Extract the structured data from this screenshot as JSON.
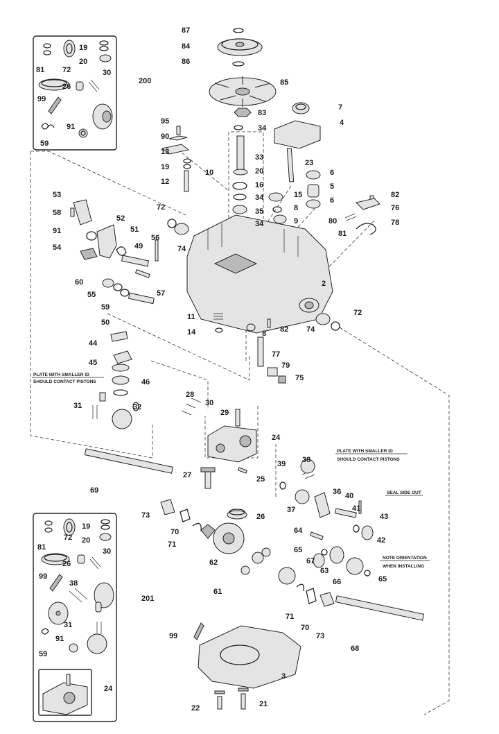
{
  "labels": {
    "kit200": [
      "81",
      "72",
      "19",
      "20",
      "30",
      "26",
      "99",
      "200",
      "91",
      "59"
    ],
    "top": [
      "87",
      "84",
      "86",
      "85",
      "83",
      "34",
      "33",
      "20",
      "16",
      "34",
      "35",
      "34",
      "10",
      "7",
      "4",
      "23",
      "6",
      "5",
      "6",
      "15",
      "8",
      "9",
      "82",
      "76",
      "80",
      "78",
      "81",
      "95",
      "90",
      "13",
      "19",
      "12"
    ],
    "left": [
      "53",
      "58",
      "52",
      "91",
      "51",
      "54",
      "49",
      "56",
      "72",
      "74",
      "60",
      "55",
      "59",
      "57",
      "50",
      "44",
      "45",
      "46",
      "31",
      "32"
    ],
    "center": [
      "2",
      "11",
      "14",
      "8",
      "82",
      "72",
      "74",
      "77",
      "79",
      "75",
      "28",
      "30",
      "29",
      "24",
      "27",
      "25",
      "39",
      "38",
      "36",
      "37",
      "40",
      "41",
      "43",
      "42"
    ],
    "lower": [
      "69",
      "73",
      "70",
      "71",
      "26",
      "62",
      "64",
      "65",
      "67",
      "63",
      "66",
      "65",
      "61",
      "71",
      "70",
      "73",
      "68",
      "99",
      "3",
      "22",
      "21"
    ],
    "kit201": [
      "81",
      "72",
      "19",
      "20",
      "30",
      "26",
      "99",
      "38",
      "201",
      "31",
      "91",
      "59",
      "24"
    ]
  },
  "notes": {
    "plate_left_1": "PLATE WITH SMALLER ID",
    "plate_left_2": "SHOULD CONTACT PISTONS",
    "plate_right_1": "PLATE WITH SMALLER ID",
    "plate_right_2": "SHOULD CONTACT PISTONS",
    "seal": "SEAL SIDE OUT",
    "orientation_1": "NOTE ORIENTATION",
    "orientation_2": "WHEN INSTALLING"
  },
  "icons": [
    "pulley",
    "cooling-fan",
    "transaxle-housing",
    "lower-housing",
    "axle-shaft",
    "gear",
    "bearing",
    "spring",
    "center-section",
    "cylinder-block",
    "seal",
    "bolt",
    "bypass-arm"
  ]
}
